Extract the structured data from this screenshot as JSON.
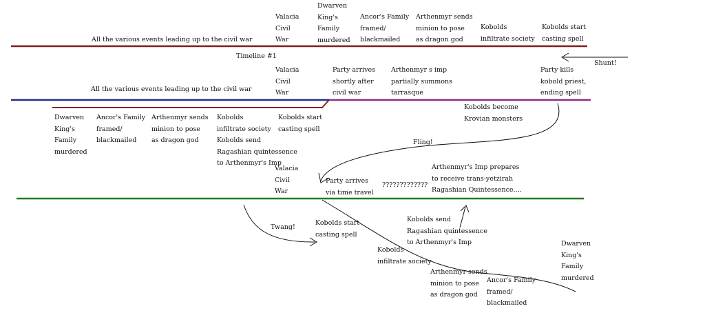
{
  "timeline1_label": "Timeline #1",
  "timeline_top": {
    "summary": "All the various events leading up to the civil war",
    "events": {
      "valacia": "Valacia\nCivil\nWar",
      "dwarven": "Dwarven\nKing's\nFamily\nmurdered",
      "ancor": "Ancor's Family\nframed/\nblackmailed",
      "arthenmyr": "Arthenmyr sends\nminion to pose\nas dragon god",
      "kobolds_infiltrate": "Kobolds\ninfiltrate society",
      "kobolds_cast": "Kobolds start\ncasting spell"
    }
  },
  "timeline_middle": {
    "summary": "All the various events leading up to the civil war",
    "events": {
      "valacia": "Valacia\nCivil\nWar",
      "party_arrives": "Party arrives\nshortly after\ncivil war",
      "imp_summons": "Arthenmyr s imp\npartially summons\ntarrasque",
      "party_kills": "Party kills\nkobold priest,\nending spell",
      "kobolds_become": "Kobolds become\nKrovian monsters"
    },
    "branch_events": {
      "dwarven": "Dwarven\nKing's\nFamily\nmurdered",
      "ancor": "Ancor's Family\nframed/\nblackmailed",
      "arthenmyr": "Arthenmyr sends\nminion to pose\nas dragon god",
      "kobolds_infiltrate": "Kobolds\ninfiltrate society\nKobolds send\nRagashian quintessence\nto Arthenmyr's Imp",
      "kobolds_cast": "Kobolds start\ncasting spell"
    }
  },
  "timeline_bottom": {
    "events": {
      "valacia": "Valacia\nCivil\nWar",
      "party_time_travel": "Party arrives\nvia time travel",
      "question_marks": "?????????????",
      "imp_prepares": "Arthenmyr's Imp prepares\nto receive trans-yetzirah\nRagashian Quintessence...."
    },
    "below_events": {
      "kobolds_cast": "Kobolds start\ncasting spell",
      "kobolds_send": "Kobolds send\nRagashian quintessence\nto Arthenmyr's Imp",
      "kobolds_infiltrate": "Kobolds\ninfiltrate society",
      "arthenmyr": "Arthenmyr sends\nminion to pose\nas dragon god",
      "ancor": "Ancor's Family\nframed/\nblackmailed",
      "dwarven": "Dwarven\nKing's\nFamily\nmurdered"
    }
  },
  "arrows": {
    "shunt": "Shunt!",
    "fling": "Fling!",
    "twang": "Twang!"
  },
  "colors": {
    "timeline_top": "#7a1f1f",
    "timeline_middle_left": "#1f2f8a",
    "timeline_middle_right": "#8a2f8a",
    "timeline_bottom": "#1f7a2a",
    "ink": "#111111"
  }
}
